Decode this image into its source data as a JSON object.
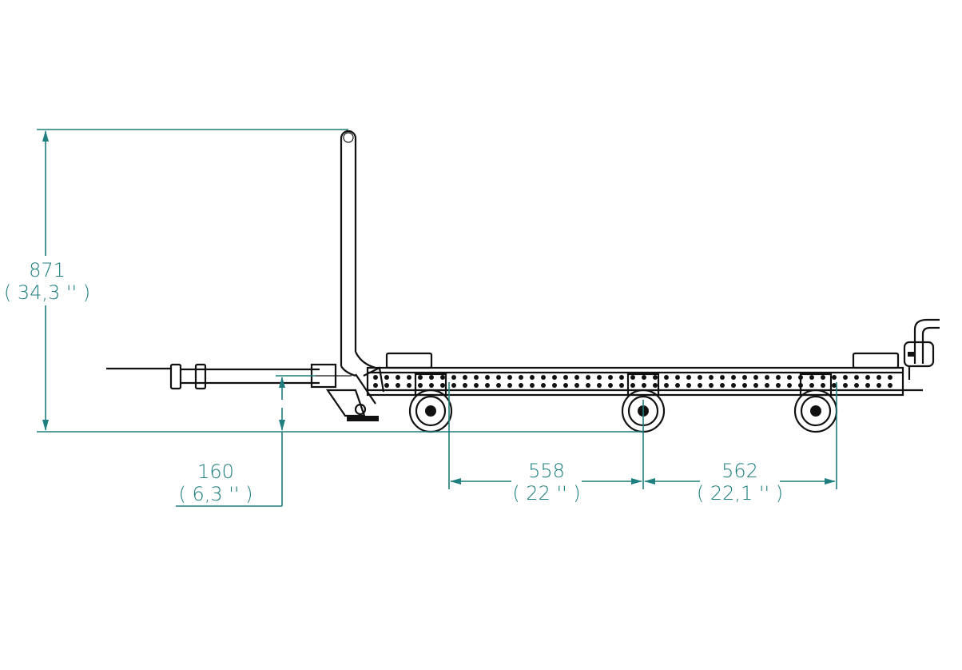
{
  "colors": {
    "dimension": "#1f7f7f",
    "part": "#111111",
    "background": "#ffffff"
  },
  "dimensions": {
    "overall_height": {
      "value": "871",
      "imperial": "( 34,3 '' )"
    },
    "hitch_height": {
      "value": "160",
      "imperial": "( 6,3 '' )"
    },
    "wheelbase_front": {
      "value": "558",
      "imperial": "( 22 '' )"
    },
    "wheelbase_rear": {
      "value": "562",
      "imperial": "( 22,1 '' )"
    }
  }
}
